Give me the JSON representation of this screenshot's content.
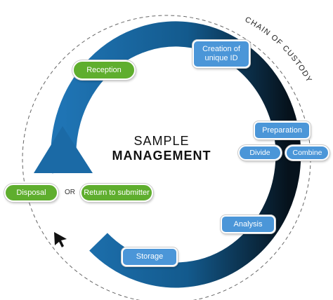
{
  "title": {
    "line1": "SAMPLE",
    "line2": "MANAGEMENT"
  },
  "chain_label": "CHAIN OF CUSTODY",
  "or_label": "OR",
  "nodes": {
    "reception": "Reception",
    "creation": "Creation of unique ID",
    "preparation": "Preparation",
    "divide": "Divide",
    "combine": "Combine",
    "analysis": "Analysis",
    "storage": "Storage",
    "return": "Return to submitter",
    "disposal": "Disposal"
  },
  "colors": {
    "blue_box": "#4b96d8",
    "green_box": "#5fae2e",
    "ring_light": "#1b6aa6",
    "ring_dark": "#0a1620",
    "dashed_circle": "#666666"
  },
  "icons": {
    "arrow_head": "up-arrow-icon",
    "cursor": "pointer-icon"
  }
}
